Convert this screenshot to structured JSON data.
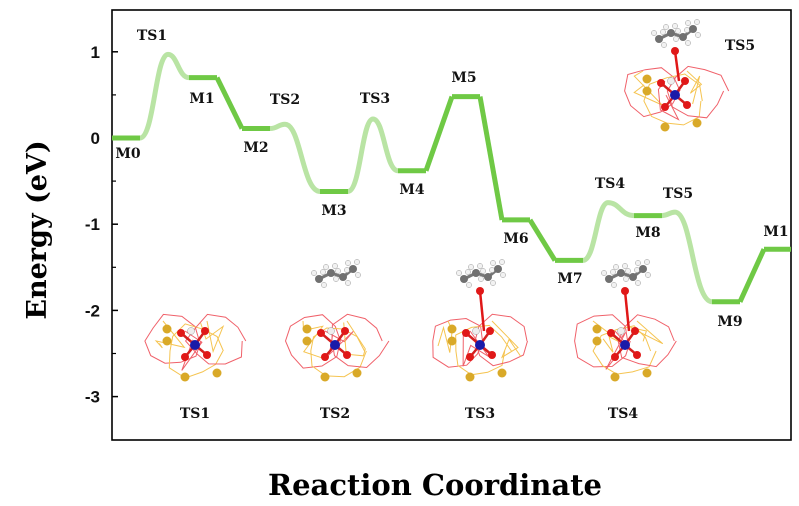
{
  "chart_data": {
    "type": "line",
    "title": "",
    "xlabel": "Reaction Coordinate",
    "ylabel": "Energy (eV)",
    "ylim": [
      -3.5,
      1.5
    ],
    "yticks": [
      {
        "value": 1,
        "label": "1"
      },
      {
        "value": 0,
        "label": "0"
      },
      {
        "value": -1,
        "label": "-1"
      },
      {
        "value": -2,
        "label": "-2"
      },
      {
        "value": -3,
        "label": "-3"
      }
    ],
    "grid": false,
    "points": [
      {
        "label": "M0",
        "energy": 0.0,
        "kind": "min"
      },
      {
        "label": "TS1",
        "energy": 0.97,
        "kind": "ts"
      },
      {
        "label": "M1",
        "energy": 0.7,
        "kind": "min"
      },
      {
        "label": "M2",
        "energy": 0.11,
        "kind": "min"
      },
      {
        "label": "TS2",
        "energy": 0.16,
        "kind": "ts"
      },
      {
        "label": "M3",
        "energy": -0.62,
        "kind": "min"
      },
      {
        "label": "TS3",
        "energy": 0.22,
        "kind": "ts"
      },
      {
        "label": "M4",
        "energy": -0.38,
        "kind": "min"
      },
      {
        "label": "M5",
        "energy": 0.48,
        "kind": "min"
      },
      {
        "label": "M6",
        "energy": -0.95,
        "kind": "min"
      },
      {
        "label": "M7",
        "energy": -1.42,
        "kind": "min"
      },
      {
        "label": "TS4",
        "energy": -0.75,
        "kind": "ts"
      },
      {
        "label": "M8",
        "energy": -0.9,
        "kind": "min"
      },
      {
        "label": "TS5",
        "energy": -0.86,
        "kind": "ts"
      },
      {
        "label": "M9",
        "energy": -1.9,
        "kind": "min"
      },
      {
        "label": "M1",
        "energy": -1.29,
        "kind": "min"
      }
    ],
    "colors": {
      "minimum_path": "#6fc945",
      "transition_path": "#b9e4a4"
    },
    "structure_insets": [
      {
        "label": "TS1"
      },
      {
        "label": "TS2"
      },
      {
        "label": "TS3"
      },
      {
        "label": "TS4"
      },
      {
        "label": "TS5"
      }
    ]
  }
}
